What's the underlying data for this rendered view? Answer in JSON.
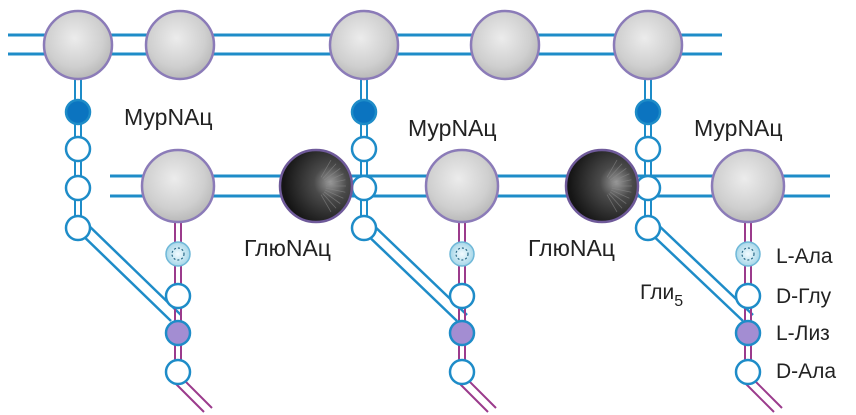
{
  "labels": {
    "murnac": "МурNAц",
    "glcnac": "ГлюNAц",
    "gly_base": "Гли",
    "gly_sub": "5",
    "l_ala": "L-Ала",
    "d_glu": "D-Глу",
    "l_lys": "L-Лиз",
    "d_ala": "D-Ала"
  },
  "colors": {
    "backbone": "#1e8cc8",
    "peptide_link": "#9b3b8c",
    "gly_bead_stroke": "#1e8cc8",
    "gly_bead_fill": "#ffffff",
    "first_gly_fill": "#0b74c0",
    "lys_fill": "#a38dd2",
    "ala_bead_fill": "#c8e6f0",
    "murnac_fill": "#d3d3d3",
    "murnac_stroke": "#8b7bb8",
    "glcnac_fill": "#2b2b2b"
  }
}
